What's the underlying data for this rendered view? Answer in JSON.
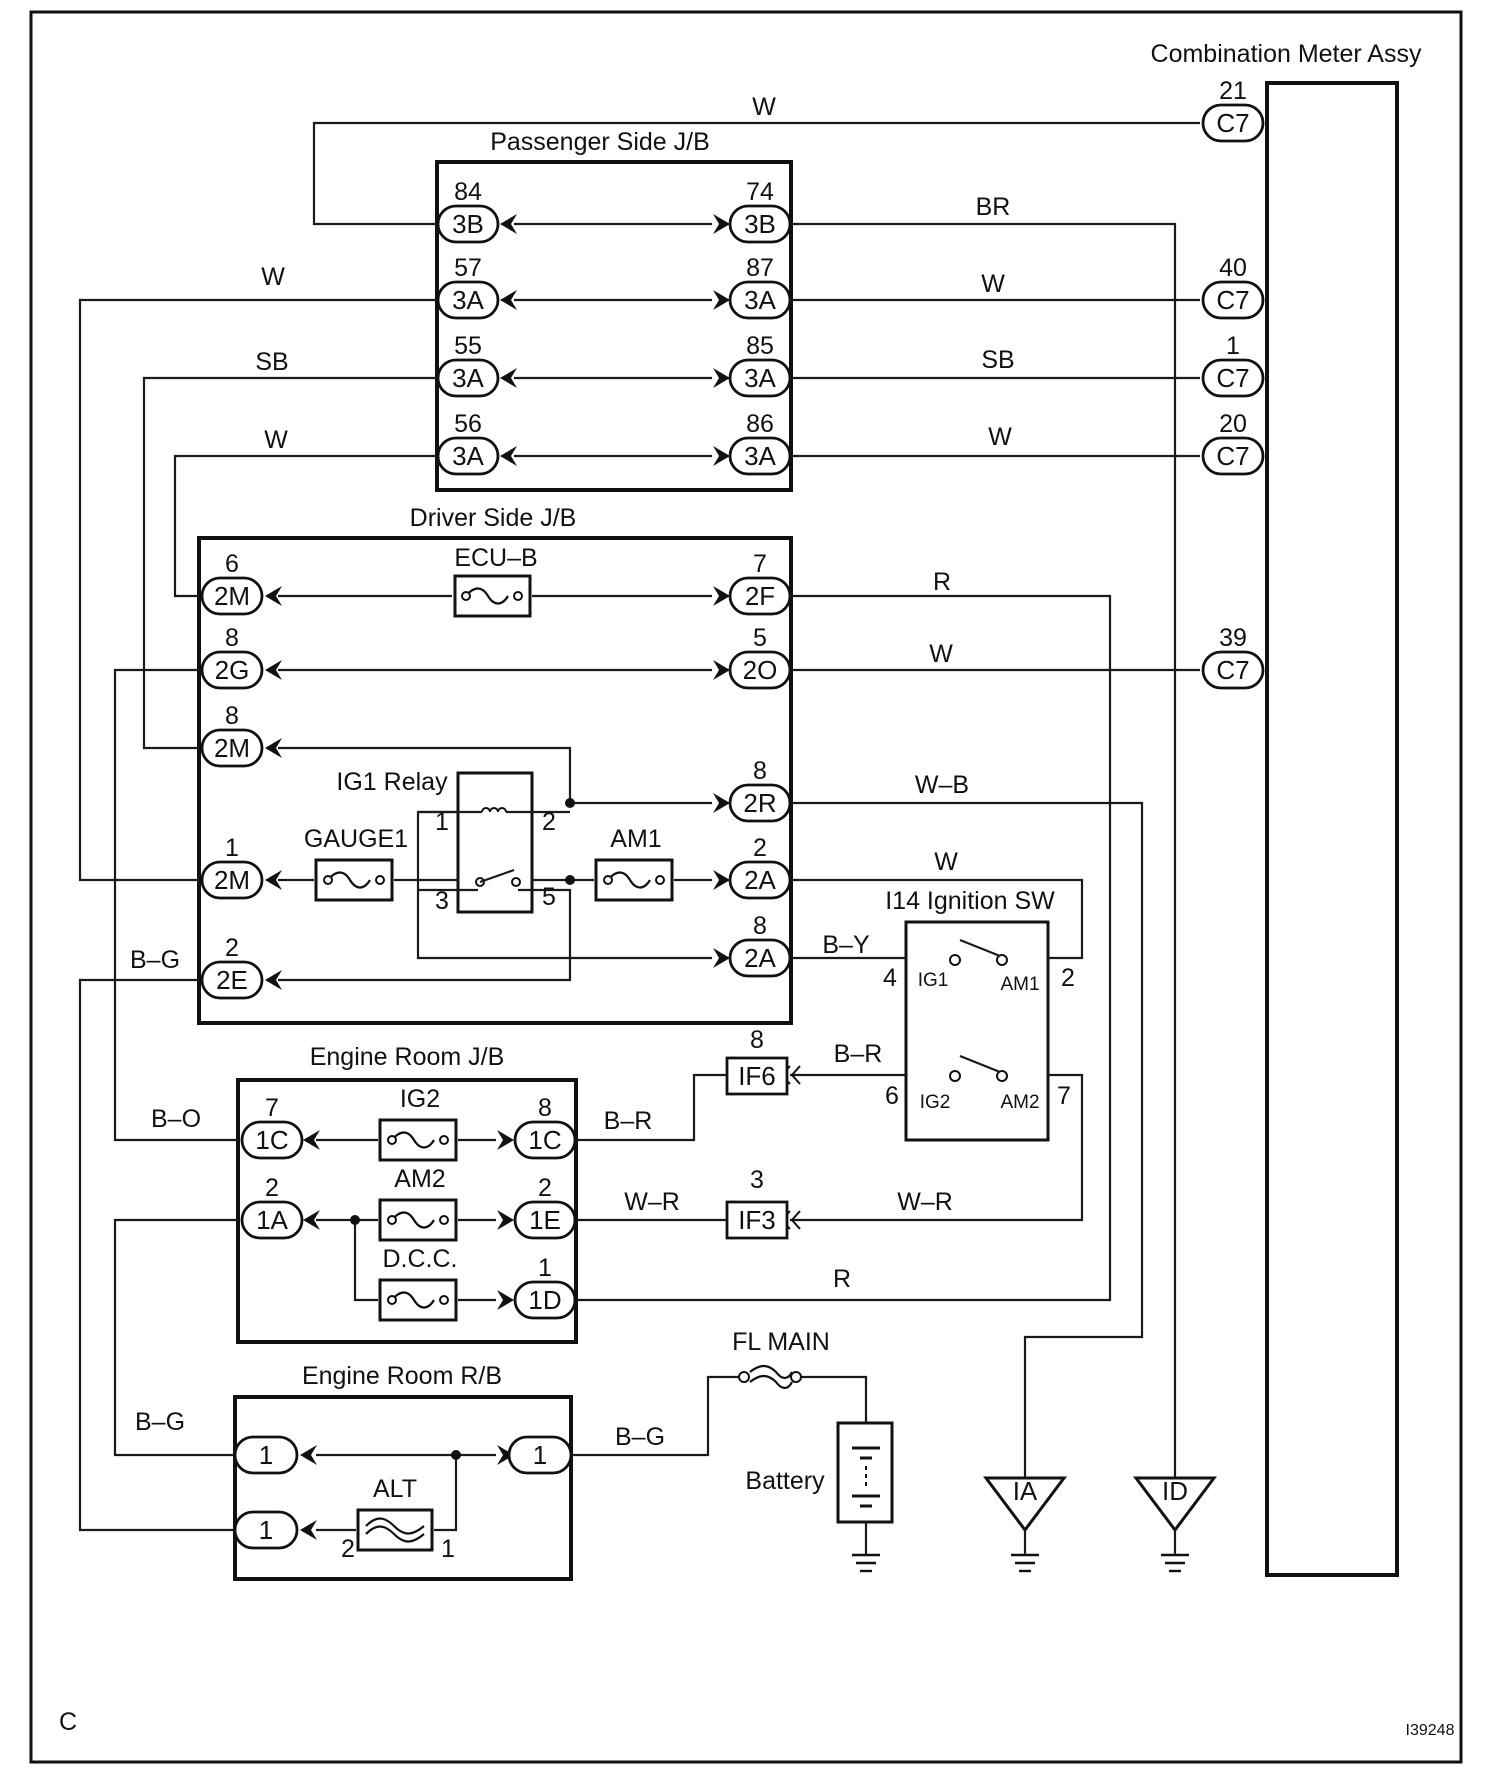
{
  "diagram": {
    "corner_letter": "C",
    "figure_code": "I39248",
    "blocks": {
      "combination_meter": "Combination Meter Assy",
      "passenger_jb": "Passenger Side J/B",
      "driver_jb": "Driver Side J/B",
      "engine_room_jb": "Engine Room J/B",
      "engine_room_rb": "Engine Room R/B",
      "ig1_relay": "IG1 Relay",
      "ignition_sw": "I14 Ignition SW",
      "battery": "Battery"
    },
    "fuses": {
      "ecu_b": "ECU–B",
      "gauge1": "GAUGE1",
      "am1": "AM1",
      "ig2": "IG2",
      "am2": "AM2",
      "dcc": "D.C.C.",
      "alt": "ALT",
      "fl_main": "FL MAIN"
    },
    "pins": {
      "pj_84": {
        "num": "84",
        "code": "3B"
      },
      "pj_74": {
        "num": "74",
        "code": "3B"
      },
      "pj_57": {
        "num": "57",
        "code": "3A"
      },
      "pj_87": {
        "num": "87",
        "code": "3A"
      },
      "pj_55": {
        "num": "55",
        "code": "3A"
      },
      "pj_85": {
        "num": "85",
        "code": "3A"
      },
      "pj_56": {
        "num": "56",
        "code": "3A"
      },
      "pj_86": {
        "num": "86",
        "code": "3A"
      },
      "dj_6": {
        "num": "6",
        "code": "2M"
      },
      "dj_7": {
        "num": "7",
        "code": "2F"
      },
      "dj_8g": {
        "num": "8",
        "code": "2G"
      },
      "dj_5": {
        "num": "5",
        "code": "2O"
      },
      "dj_8m": {
        "num": "8",
        "code": "2M"
      },
      "dj_8r": {
        "num": "8",
        "code": "2R"
      },
      "dj_1m": {
        "num": "1",
        "code": "2M"
      },
      "dj_2a": {
        "num": "2",
        "code": "2A"
      },
      "dj_2e": {
        "num": "2",
        "code": "2E"
      },
      "dj_8a": {
        "num": "8",
        "code": "2A"
      },
      "ej_7": {
        "num": "7",
        "code": "1C"
      },
      "ej_8": {
        "num": "8",
        "code": "1C"
      },
      "ej_2a": {
        "num": "2",
        "code": "1A"
      },
      "ej_2e": {
        "num": "2",
        "code": "1E"
      },
      "ej_1d": {
        "num": "1",
        "code": "1D"
      },
      "rb_1a": {
        "num": "",
        "code": "1"
      },
      "rb_1b": {
        "num": "",
        "code": "1"
      },
      "rb_1c": {
        "num": "",
        "code": "1"
      },
      "cm_21": {
        "num": "21",
        "code": "C7"
      },
      "cm_40": {
        "num": "40",
        "code": "C7"
      },
      "cm_1": {
        "num": "1",
        "code": "C7"
      },
      "cm_20": {
        "num": "20",
        "code": "C7"
      },
      "cm_39": {
        "num": "39",
        "code": "C7"
      }
    },
    "connectors": {
      "if6": {
        "num": "8",
        "code": "IF6"
      },
      "if3": {
        "num": "3",
        "code": "IF3"
      }
    },
    "grounds": {
      "ia": "IA",
      "id": "ID"
    },
    "terminals": {
      "relay_1": "1",
      "relay_2": "2",
      "relay_3": "3",
      "relay_5": "5",
      "sw_4": "4",
      "sw_2": "2",
      "sw_6": "6",
      "sw_7": "7",
      "sw_ig1": "IG1",
      "sw_am1": "AM1",
      "sw_ig2": "IG2",
      "sw_am2": "AM2",
      "alt_2": "2",
      "alt_1": "1"
    },
    "wire_colors": {
      "w_top": "W",
      "br": "BR",
      "w_57": "W",
      "w_87": "W",
      "sb_55": "SB",
      "sb_85": "SB",
      "w_56": "W",
      "w_86": "W",
      "r_2f": "R",
      "w_2o": "W",
      "wb_2r": "W–B",
      "w_2a": "W",
      "by_2a": "B–Y",
      "bg_2e": "B–G",
      "br_if6": "B–R",
      "br_1c": "B–R",
      "bo_1c": "B–O",
      "wr_1e": "W–R",
      "wr_if3": "W–R",
      "r_1d": "R",
      "bg_rb": "B–G",
      "bg_rb_out": "B–G"
    }
  }
}
